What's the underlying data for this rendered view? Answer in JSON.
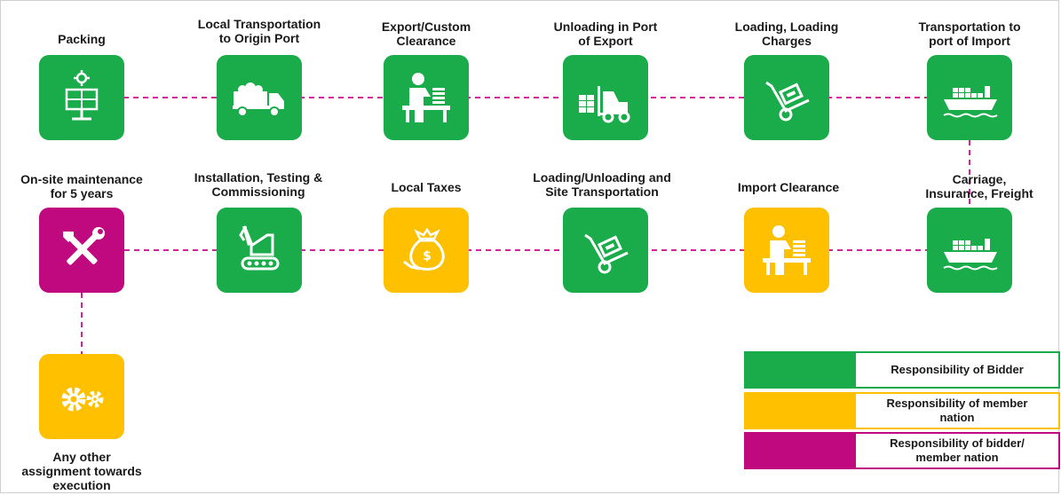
{
  "colors": {
    "bidder": "#1aab4b",
    "member_nation": "#ffc000",
    "bidder_member": "#c0087f",
    "connector": "#d6229a"
  },
  "steps": [
    {
      "id": "packing",
      "label": "Packing",
      "icon": "solar-panel-gear-icon",
      "responsibility": "bidder"
    },
    {
      "id": "local-transport",
      "label": "Local Transportation\nto Origin Port",
      "icon": "truck-icon",
      "responsibility": "bidder"
    },
    {
      "id": "export-clearance",
      "label": "Export/Custom\nClearance",
      "icon": "person-at-desk-icon",
      "responsibility": "bidder"
    },
    {
      "id": "unloading-export",
      "label": "Unloading in Port\nof Export",
      "icon": "forklift-icon",
      "responsibility": "bidder"
    },
    {
      "id": "loading-charges",
      "label": "Loading, Loading\nCharges",
      "icon": "hand-truck-icon",
      "responsibility": "bidder"
    },
    {
      "id": "transport-import",
      "label": "Transportation to\nport of Import",
      "icon": "cargo-ship-icon",
      "responsibility": "bidder"
    },
    {
      "id": "onsite-maintenance",
      "label": "On-site maintenance\nfor 5 years",
      "icon": "tools-icon",
      "responsibility": "bidder_member"
    },
    {
      "id": "installation",
      "label": "Installation, Testing &\nCommissioning",
      "icon": "excavator-icon",
      "responsibility": "bidder"
    },
    {
      "id": "local-taxes",
      "label": "Local Taxes",
      "icon": "money-bag-icon",
      "responsibility": "member_nation"
    },
    {
      "id": "site-transport",
      "label": "Loading/Unloading and\nSite Transportation",
      "icon": "hand-truck-icon",
      "responsibility": "bidder"
    },
    {
      "id": "import-clearance",
      "label": "Import Clearance",
      "icon": "person-at-desk-icon",
      "responsibility": "member_nation"
    },
    {
      "id": "cif",
      "label": "Carriage,\nInsurance, Freight",
      "icon": "cargo-ship-icon",
      "responsibility": "bidder"
    },
    {
      "id": "other-assignment",
      "label": "Any other\nassignment towards\nexecution",
      "icon": "gears-icon",
      "responsibility": "member_nation"
    }
  ],
  "legend": [
    {
      "key": "bidder",
      "label": "Responsibility of Bidder"
    },
    {
      "key": "member_nation",
      "label": "Responsibility of member\nnation"
    },
    {
      "key": "bidder_member",
      "label": "Responsibility of bidder/\nmember nation"
    }
  ]
}
